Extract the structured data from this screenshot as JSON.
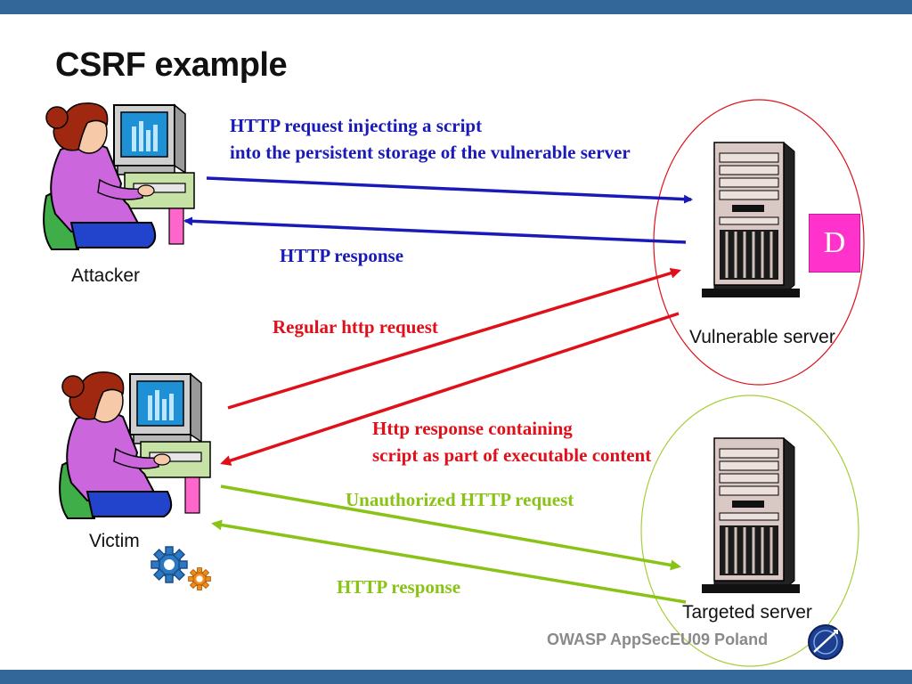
{
  "slide": {
    "title": "CSRF example",
    "footer": "OWASP AppSecEU09 Poland"
  },
  "actors": {
    "attacker": "Attacker",
    "victim": "Victim",
    "vulnerable_server": "Vulnerable server",
    "targeted_server": "Targeted server",
    "storage_badge": "D"
  },
  "arrows": {
    "attacker_request_line1": "HTTP request injecting a script",
    "attacker_request_line2": "into the persistent storage of the vulnerable server",
    "attacker_response": "HTTP response",
    "victim_request": "Regular http request",
    "victim_response_line1": "Http response containing",
    "victim_response_line2": "script as part of executable content",
    "unauthorized_request": "Unauthorized HTTP request",
    "target_response": "HTTP response"
  },
  "colors": {
    "header_bar": "#336699",
    "attacker_flow": "#1a1ab8",
    "victim_flow": "#e0101a",
    "target_flow": "#8ac317",
    "storage_badge": "#ff33cc"
  },
  "icons": [
    "woman-at-computer-icon",
    "server-tower-icon",
    "gears-icon",
    "owasp-globe-icon"
  ]
}
